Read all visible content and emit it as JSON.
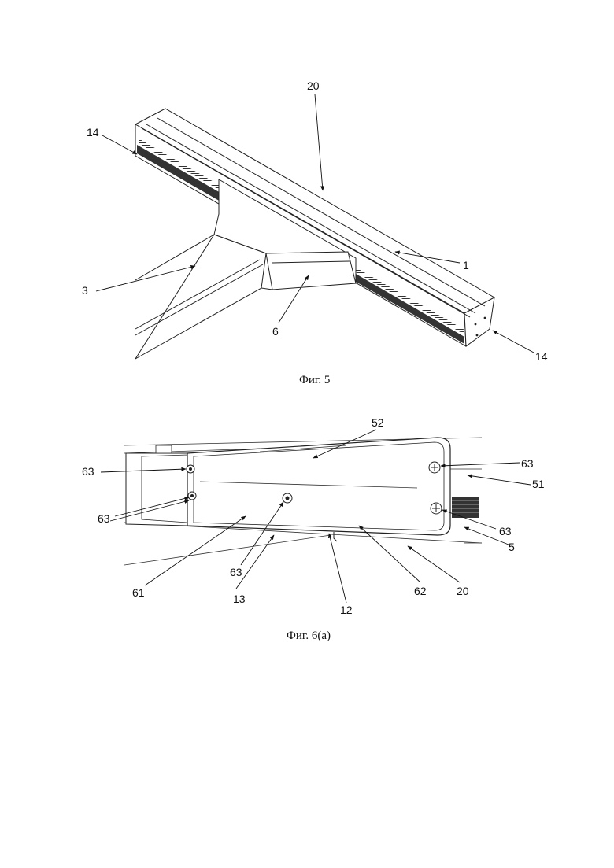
{
  "figure5": {
    "caption": "Фиг. 5",
    "labels": {
      "l20": "20",
      "l14a": "14",
      "l1": "1",
      "l3": "3",
      "l6": "6",
      "l14b": "14"
    }
  },
  "figure6a": {
    "caption": "Фиг. 6(а)",
    "labels": {
      "l52": "52",
      "l63a": "63",
      "l63b": "63",
      "l63c": "63",
      "l51": "51",
      "l63d": "63",
      "l63e": "63",
      "l5": "5",
      "l61": "61",
      "l13": "13",
      "l12": "12",
      "l62": "62",
      "l20": "20"
    }
  }
}
